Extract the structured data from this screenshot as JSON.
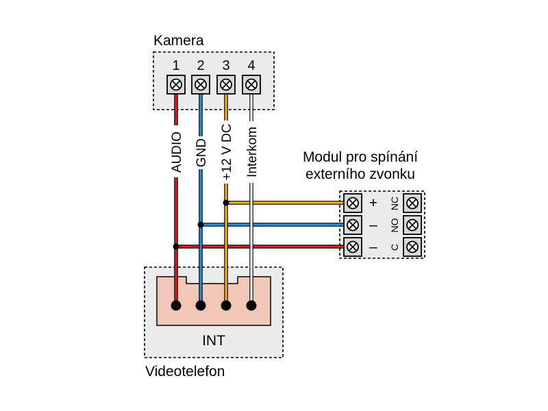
{
  "camera": {
    "title": "Kamera",
    "terminals": [
      "1",
      "2",
      "3",
      "4"
    ]
  },
  "wires": {
    "audio": "AUDIO",
    "gnd": "GND",
    "power": "+12 V DC",
    "intercom": "Interkom"
  },
  "module": {
    "title_line1": "Modul pro spínání",
    "title_line2": "externího zvonku",
    "polarity": [
      "+",
      "–",
      "–"
    ],
    "relay": [
      "NC",
      "NO",
      "C"
    ]
  },
  "videophone": {
    "title": "Videotelefon",
    "connector": "INT"
  },
  "colors": {
    "red": "#d81e25",
    "blue": "#2b8fd3",
    "yellow": "#f2b321",
    "white": "#ffffff",
    "box_fill": "#ebebeb",
    "connector_fill": "#f1c7b7",
    "terminal_fill": "#d9d9d9"
  }
}
